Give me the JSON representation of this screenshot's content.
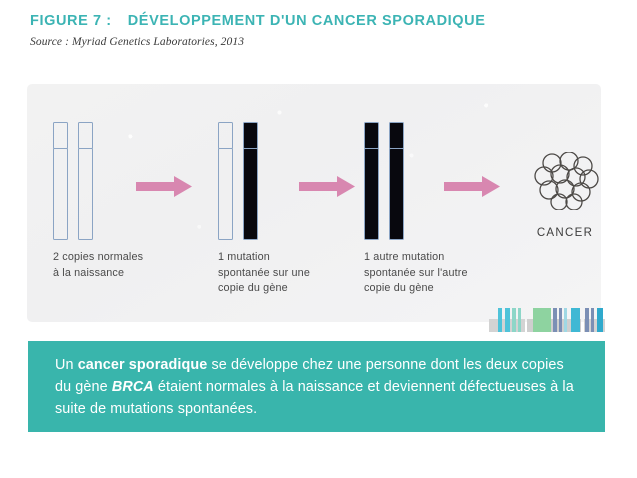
{
  "header": {
    "figure_label": "FIGURE 7 :",
    "title": "DÉVELOPPEMENT D'UN CANCER SPORADIQUE",
    "source": "Source : Myriad Genetics Laboratories, 2013",
    "title_color": "#3cb4b4"
  },
  "diagram": {
    "background_color": "#f2f2f2",
    "arrow_color": "#d887b0",
    "chromosome_outline_color": "#8ba4c4",
    "chromosome_mutated_fill": "#08080e",
    "stages": [
      {
        "id": "stage-normal",
        "chromosomes": [
          "normal",
          "normal"
        ],
        "caption_lines": [
          "2 copies normales",
          "à la naissance"
        ]
      },
      {
        "id": "stage-one-mutation",
        "chromosomes": [
          "normal",
          "mutated"
        ],
        "caption_lines": [
          "1 mutation",
          "spontanée sur une",
          "copie du gène"
        ]
      },
      {
        "id": "stage-two-mutations",
        "chromosomes": [
          "mutated",
          "mutated"
        ],
        "caption_lines": [
          "1 autre mutation",
          "spontanée sur l'autre",
          "copie du gène"
        ]
      }
    ],
    "cancer": {
      "label": "CANCER",
      "cell_count": 12
    },
    "barcode_colors": [
      "#d8d8d8",
      "#4fc3d9",
      "#8dd6c8",
      "#8ed3a0",
      "#7b8fb5",
      "#3fb8d4",
      "#c9c9c9",
      "#2fa9cc"
    ]
  },
  "statement": {
    "background_color": "#39b5ac",
    "segments": [
      {
        "text": "Un ",
        "style": "normal"
      },
      {
        "text": "cancer sporadique",
        "style": "bold"
      },
      {
        "text": " se développe chez une personne dont les deux copies du gène ",
        "style": "normal"
      },
      {
        "text": "BRCA",
        "style": "bold-italic"
      },
      {
        "text": " étaient normales à la naissance et deviennent défectueuses à la suite de mutations spontanées.",
        "style": "normal"
      }
    ]
  }
}
